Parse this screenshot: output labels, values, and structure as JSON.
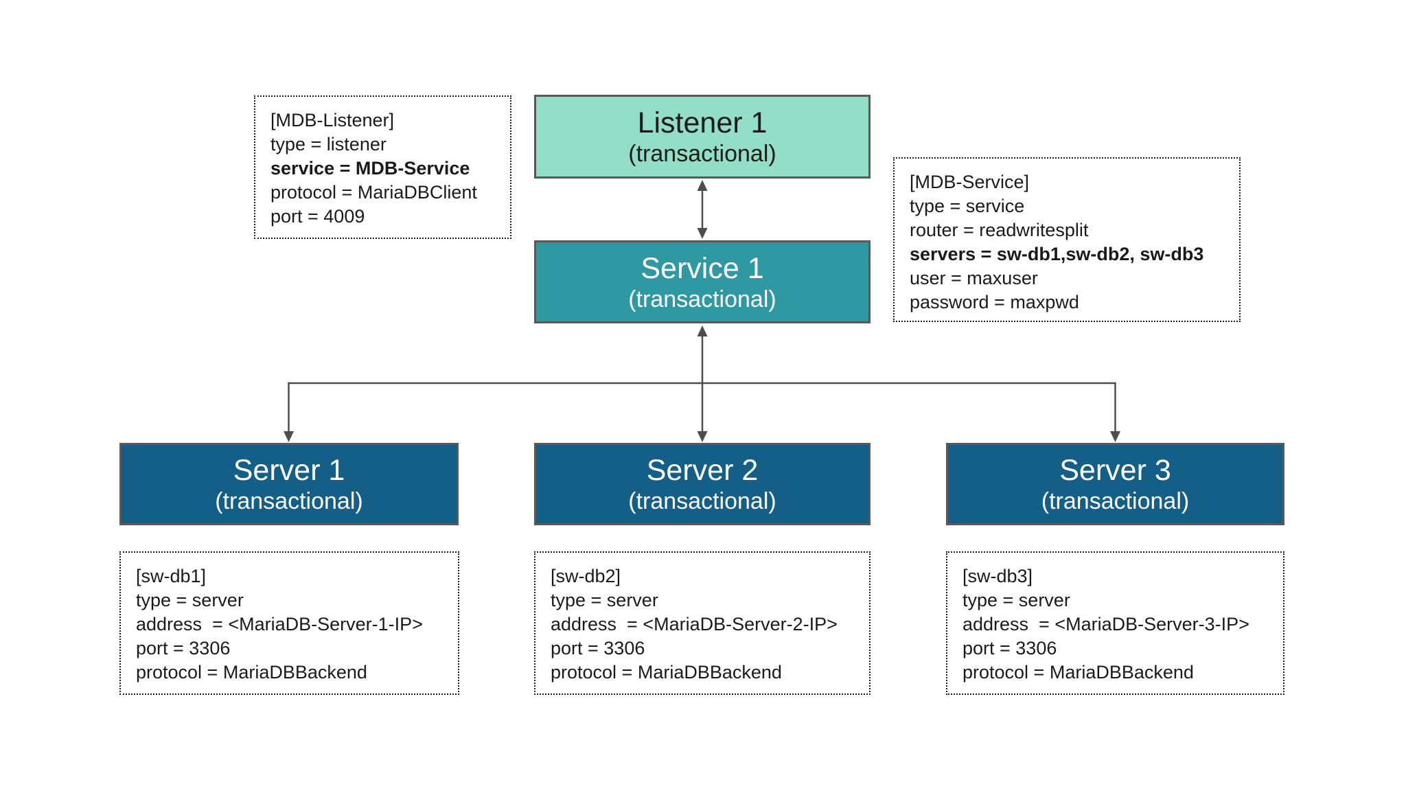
{
  "colors": {
    "canvas_bg": "#ffffff",
    "listener_fill": "#92dec7",
    "service_fill": "#2e99a3",
    "server_fill": "#135f87",
    "node_border": "#58595b",
    "arrow_color": "#4d4d4d",
    "config_border": "#1a1a1a",
    "config_text": "#1a1a1a",
    "listener_text": "#1b1b1b",
    "node_text": "#ffffff"
  },
  "nodes": {
    "listener1": {
      "title": "Listener 1",
      "subtitle": "(transactional)"
    },
    "service1": {
      "title": "Service 1",
      "subtitle": "(transactional)"
    },
    "server1": {
      "title": "Server 1",
      "subtitle": "(transactional)"
    },
    "server2": {
      "title": "Server 2",
      "subtitle": "(transactional)"
    },
    "server3": {
      "title": "Server 3",
      "subtitle": "(transactional)"
    }
  },
  "configs": {
    "mdb_listener": {
      "lines": [
        {
          "text": "[MDB-Listener]",
          "bold": false
        },
        {
          "text": "type = listener",
          "bold": false
        },
        {
          "text": "service = MDB-Service",
          "bold": true
        },
        {
          "text": "protocol = MariaDBClient",
          "bold": false
        },
        {
          "text": "port = 4009",
          "bold": false
        }
      ]
    },
    "mdb_service": {
      "lines": [
        {
          "text": "[MDB-Service]",
          "bold": false
        },
        {
          "text": "type = service",
          "bold": false
        },
        {
          "text": "router = readwritesplit",
          "bold": false
        },
        {
          "text": "servers = sw-db1,sw-db2, sw-db3",
          "bold": true
        },
        {
          "text": "user = maxuser",
          "bold": false
        },
        {
          "text": "password = maxpwd",
          "bold": false
        }
      ]
    },
    "sw_db1": {
      "lines": [
        {
          "text": "[sw-db1]",
          "bold": false
        },
        {
          "text": "type = server",
          "bold": false
        },
        {
          "text": "address  = <MariaDB-Server-1-IP>",
          "bold": false
        },
        {
          "text": "port = 3306",
          "bold": false
        },
        {
          "text": "protocol = MariaDBBackend",
          "bold": false
        }
      ]
    },
    "sw_db2": {
      "lines": [
        {
          "text": "[sw-db2]",
          "bold": false
        },
        {
          "text": "type = server",
          "bold": false
        },
        {
          "text": "address  = <MariaDB-Server-2-IP>",
          "bold": false
        },
        {
          "text": "port = 3306",
          "bold": false
        },
        {
          "text": "protocol = MariaDBBackend",
          "bold": false
        }
      ]
    },
    "sw_db3": {
      "lines": [
        {
          "text": "[sw-db3]",
          "bold": false
        },
        {
          "text": "type = server",
          "bold": false
        },
        {
          "text": "address  = <MariaDB-Server-3-IP>",
          "bold": false
        },
        {
          "text": "port = 3306",
          "bold": false
        },
        {
          "text": "protocol = MariaDBBackend",
          "bold": false
        }
      ]
    }
  }
}
